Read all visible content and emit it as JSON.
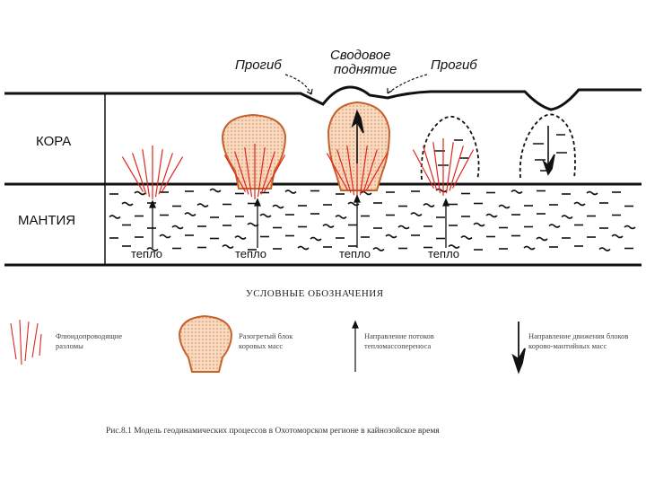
{
  "labels": {
    "trough_left": "Прогиб",
    "arch_uplift_line1": "Сводовое",
    "arch_uplift_line2": "поднятие",
    "trough_right": "Прогиб",
    "crust": "КОРА",
    "mantle": "МАНТИЯ",
    "heat": "тепло"
  },
  "legend": {
    "title": "УСЛОВНЫЕ ОБОЗНАЧЕНИЯ",
    "faults_line1": "Флюидопроводящие",
    "faults_line2": "разломы",
    "block_line1": "Разогретый блок",
    "block_line2": "коровых масс",
    "flow_line1": "Направление потоков",
    "flow_line2": "тепломассопереноса",
    "movement_line1": "Направление движения блоков",
    "movement_line2": "корово-мантийных масс"
  },
  "caption": "Рис.8.1  Модель геодинамических процессов в Охотоморском регионе в кайнозойское время",
  "colors": {
    "fault_red": "#e0261b",
    "block_fill": "#f6d4b8",
    "block_stroke": "#c8602a",
    "ink": "#111111"
  }
}
